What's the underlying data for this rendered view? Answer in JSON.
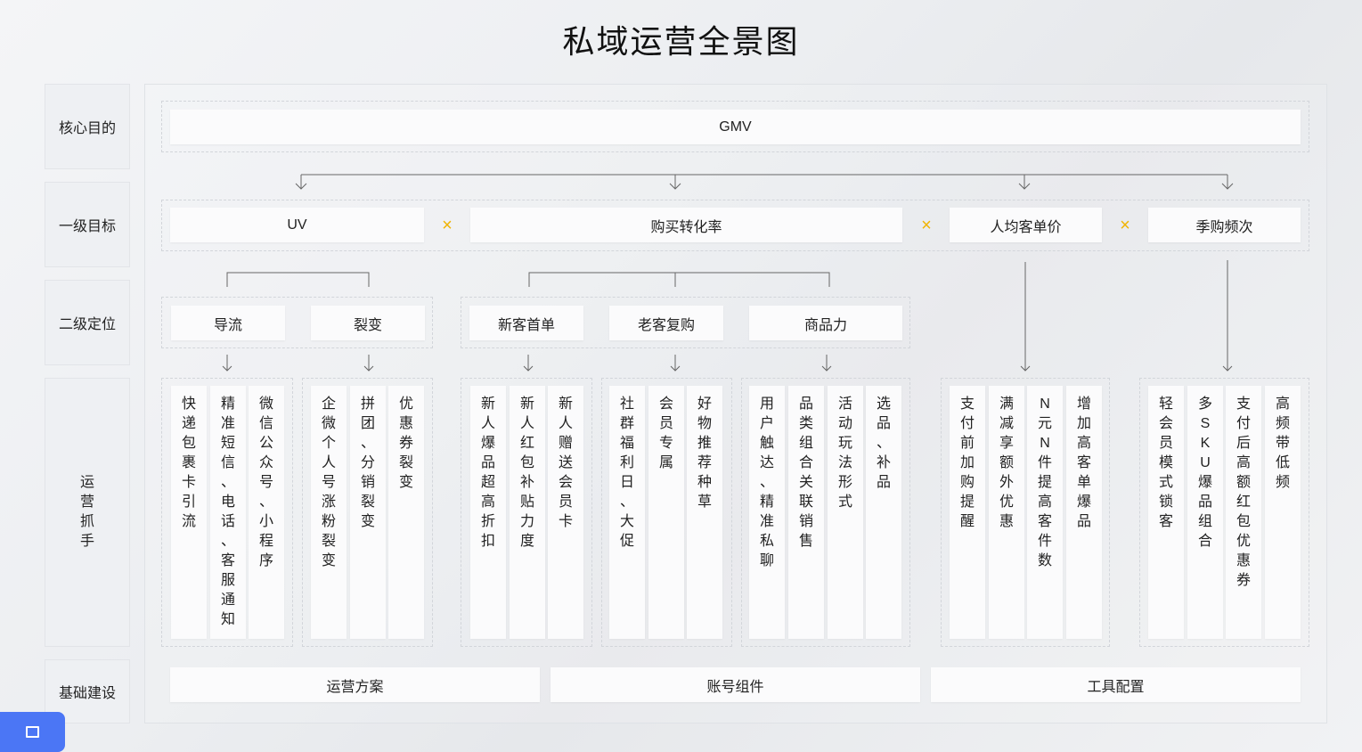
{
  "title": "私域运营全景图",
  "row_labels": {
    "core": "核心目的",
    "level1": "一级目标",
    "level2": "二级定位",
    "ops": [
      "运",
      "营",
      "抓",
      "手"
    ],
    "base": "基础建设"
  },
  "core_goal": "GMV",
  "level1": [
    "UV",
    "购买转化率",
    "人均客单价",
    "季购频次"
  ],
  "times_symbol": "×",
  "level2": [
    "导流",
    "裂变",
    "新客首单",
    "老客复购",
    "商品力"
  ],
  "ops_groups": [
    [
      [
        "快",
        "递",
        "包",
        "裹",
        "卡",
        "引",
        "流"
      ],
      [
        "精",
        "准",
        "短",
        "信",
        "、",
        "电",
        "话",
        "、",
        "客",
        "服",
        "通",
        "知"
      ],
      [
        "微",
        "信",
        "公",
        "众",
        "号",
        "、",
        "小",
        "程",
        "序"
      ]
    ],
    [
      [
        "企",
        "微",
        "个",
        "人",
        "号",
        "涨",
        "粉",
        "裂",
        "变"
      ],
      [
        "拼",
        "团",
        "、",
        "分",
        "销",
        "裂",
        "变"
      ],
      [
        "优",
        "惠",
        "券",
        "裂",
        "变"
      ]
    ],
    [
      [
        "新",
        "人",
        "爆",
        "品",
        "超",
        "高",
        "折",
        "扣"
      ],
      [
        "新",
        "人",
        "红",
        "包",
        "补",
        "贴",
        "力",
        "度"
      ],
      [
        "新",
        "人",
        "赠",
        "送",
        "会",
        "员",
        "卡"
      ]
    ],
    [
      [
        "社",
        "群",
        "福",
        "利",
        "日",
        "、",
        "大",
        "促"
      ],
      [
        "会",
        "员",
        "专",
        "属"
      ],
      [
        "好",
        "物",
        "推",
        "荐",
        "种",
        "草"
      ]
    ],
    [
      [
        "用",
        "户",
        "触",
        "达",
        "、",
        "精",
        "准",
        "私",
        "聊"
      ],
      [
        "品",
        "类",
        "组",
        "合",
        "关",
        "联",
        "销",
        "售"
      ],
      [
        "活",
        "动",
        "玩",
        "法",
        "形",
        "式"
      ],
      [
        "选",
        "品",
        "、",
        "补",
        "品"
      ]
    ],
    [
      [
        "支",
        "付",
        "前",
        "加",
        "购",
        "提",
        "醒"
      ],
      [
        "满",
        "减",
        "享",
        "额",
        "外",
        "优",
        "惠"
      ],
      [
        "N",
        "元",
        "N",
        "件",
        "提",
        "高",
        "客",
        "件",
        "数"
      ],
      [
        "增",
        "加",
        "高",
        "客",
        "单",
        "爆",
        "品"
      ]
    ],
    [
      [
        "轻",
        "会",
        "员",
        "模",
        "式",
        "锁",
        "客"
      ],
      [
        "多",
        "S",
        "K",
        "U",
        "爆",
        "品",
        "组",
        "合"
      ],
      [
        "支",
        "付",
        "后",
        "高",
        "额",
        "红",
        "包",
        "优",
        "惠",
        "券"
      ],
      [
        "高",
        "频",
        "带",
        "低",
        "频"
      ]
    ]
  ],
  "base": [
    "运营方案",
    "账号组件",
    "工具配置"
  ]
}
